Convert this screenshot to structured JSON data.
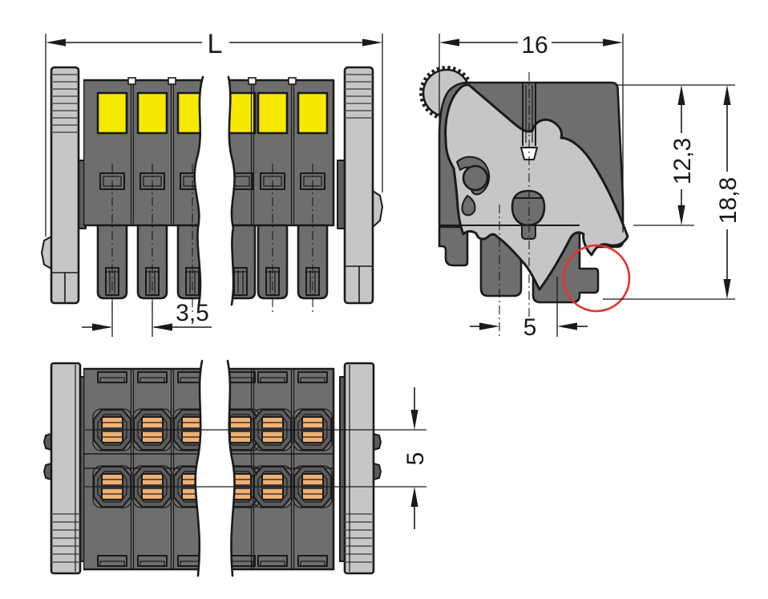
{
  "drawing": {
    "background": "#ffffff",
    "kind": "connector dimensional drawing"
  },
  "dimensions": {
    "overall_length": "L",
    "pole_pitch": "3,5",
    "housing_depth": "16",
    "upper_height": "12,3",
    "total_height": "18,8",
    "side_pin_spacing": "5",
    "row_spacing": "5"
  },
  "colors": {
    "housing_gray": "#6e6e6e",
    "housing_gray_dark": "#5c5c5c",
    "lever_gray": "#c6c6c6",
    "marking_yellow": "#f7e800",
    "contact_orange": "#f0b173",
    "highlight_red": "#e5332a",
    "line_black": "#1a1a1a"
  },
  "highlight": {
    "label": "latch-foot-detail",
    "color": "#e5332a"
  }
}
